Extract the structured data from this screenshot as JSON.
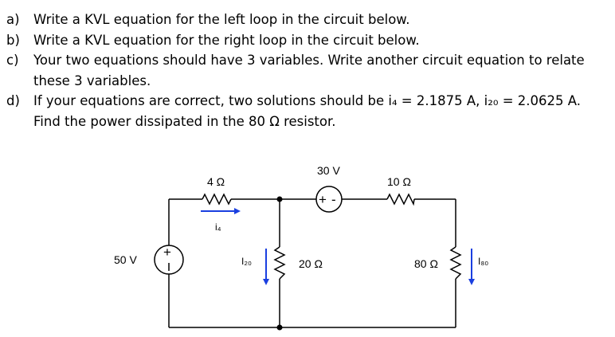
{
  "questions": [
    {
      "letter": "a)",
      "text": "Write a KVL equation for the left loop in the circuit below."
    },
    {
      "letter": "b)",
      "text": "Write a KVL equation for the right loop in the circuit below."
    },
    {
      "letter": "c)",
      "text": "Your two equations should have 3 variables.  Write another circuit equation to relate these 3 variables."
    },
    {
      "letter": "d)",
      "text": "If your equations are correct, two solutions should be i₄ = 2.1875 A, i₂₀ = 2.0625 A. Find the power dissipated in the 80 Ω resistor."
    }
  ],
  "circuit": {
    "source_left": "50 V",
    "r4": "4 Ω",
    "i4": "i₄",
    "source_top": "30 V",
    "r10": "10 Ω",
    "i20": "I₂₀",
    "r20": "20 Ω",
    "r80": "80 Ω",
    "i80": "I₈₀",
    "plus": "+",
    "minus": "-",
    "arrow_color": "#1a3fe0"
  }
}
